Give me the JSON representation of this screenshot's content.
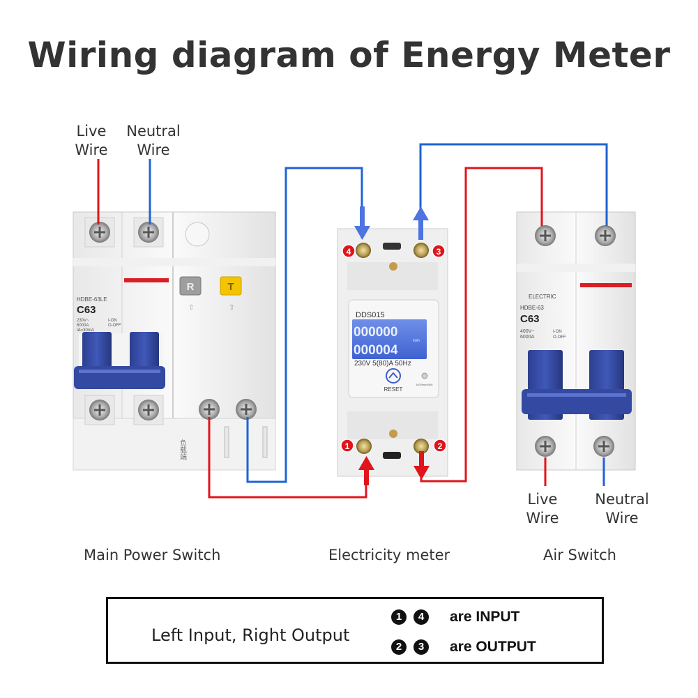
{
  "title": "Wiring diagram of Energy Meter",
  "wire_colors": {
    "live": "#e0151b",
    "neutral": "#1f63d4",
    "terminal_badge": "#e0151b"
  },
  "labels": {
    "left_live": "Live\nWire",
    "left_neutral": "Neutral\nWire",
    "right_live": "Live\nWire",
    "right_neutral": "Neutral\nWire"
  },
  "captions": {
    "main_switch": "Main Power Switch",
    "meter": "Electricity meter",
    "air_switch": "Air Switch"
  },
  "main_switch": {
    "model": "HDBE-63LE",
    "rating": "C63",
    "specs": "230V~\n6000A\nIΔ=30mA",
    "on_off": "I-ON\nO-OFF",
    "btn_r": "R",
    "btn_t": "T",
    "side_text": "负载端"
  },
  "meter": {
    "model": "DDS015",
    "reading_top": "000000",
    "reading_bottom": "000004",
    "unit": "kWh",
    "spec": "230V  5(80)A 50Hz",
    "reset": "RESET",
    "impulse": "1600imp/kWh",
    "terminals": [
      "1",
      "2",
      "3",
      "4"
    ]
  },
  "air_switch": {
    "brand": "ELECTRIC",
    "model": "HDBE-63",
    "rating": "C63",
    "specs": "400V~\n6000A",
    "on_off": "I-ON\nO-OFF"
  },
  "legend": {
    "left_text": "Left Input, Right Output",
    "input_nums": [
      "1",
      "4"
    ],
    "input_text": "are INPUT",
    "output_nums": [
      "2",
      "3"
    ],
    "output_text": "are OUTPUT"
  }
}
